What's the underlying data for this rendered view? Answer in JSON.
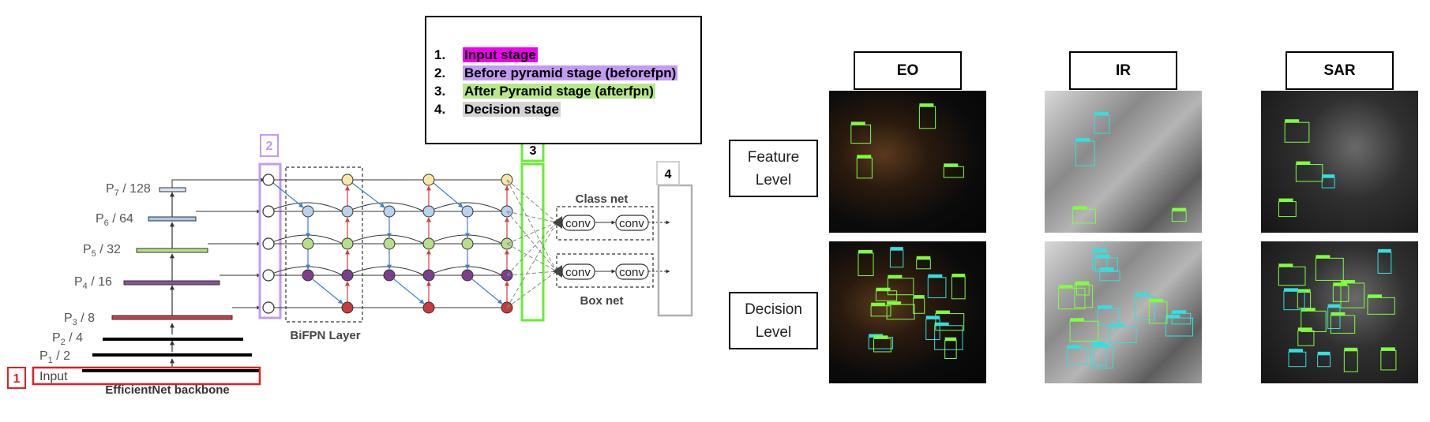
{
  "legend": {
    "items": [
      {
        "num": "1.",
        "label": "Input stage",
        "color": "#ee00ee"
      },
      {
        "num": "2.",
        "label": "Before pyramid stage (beforefpn)",
        "color": "#c39bf2"
      },
      {
        "num": "3.",
        "label": "After Pyramid stage (afterfpn)",
        "color": "#b6e889"
      },
      {
        "num": "4.",
        "label": "Decision stage",
        "color": "#d4d4d4"
      }
    ]
  },
  "network": {
    "level_labels": [
      {
        "base": "P",
        "sub": "7",
        "rest": " / 128",
        "bar_color": "#dbe7f3"
      },
      {
        "base": "P",
        "sub": "6",
        "rest": " / 64",
        "bar_color": "#a9c9e8"
      },
      {
        "base": "P",
        "sub": "5",
        "rest": " / 32",
        "bar_color": "#b6de86"
      },
      {
        "base": "P",
        "sub": "4",
        "rest": " / 16",
        "bar_color": "#8e4f9b"
      },
      {
        "base": "P",
        "sub": "3",
        "rest": " / 8",
        "bar_color": "#c4414b"
      },
      {
        "base": "P",
        "sub": "2",
        "rest": " / 4",
        "bar_color": "#000000"
      },
      {
        "base": "P",
        "sub": "1",
        "rest": " / 2",
        "bar_color": "#000000"
      }
    ],
    "input_label": "Input",
    "backbone_label": "EfficientNet backbone",
    "bifpn_label": "BiFPN Layer",
    "class_net_label": "Class  net",
    "box_net_label": "Box  net",
    "conv_label": "conv",
    "stage_markers": {
      "s1": "1",
      "s2": "2",
      "s3": "3",
      "s4": "4"
    },
    "colors": {
      "stage1": "#e02020",
      "stage2": "#c39bf2",
      "stage3": "#66ee33",
      "stage4": "#b0b0b0",
      "node_p7": "#fbe6a6",
      "node_p6": "#b7d3ee",
      "node_p5": "#b7de8a",
      "node_p4": "#7a3f8c",
      "node_p3": "#c93a3a",
      "arrow_up": "#d04040",
      "arrow_down": "#3b7fc4"
    }
  },
  "panels": {
    "columns": [
      "EO",
      "IR",
      "SAR"
    ],
    "rows": [
      {
        "line1": "Feature",
        "line2": "Level"
      },
      {
        "line1": "Decision",
        "line2": "Level"
      }
    ]
  }
}
